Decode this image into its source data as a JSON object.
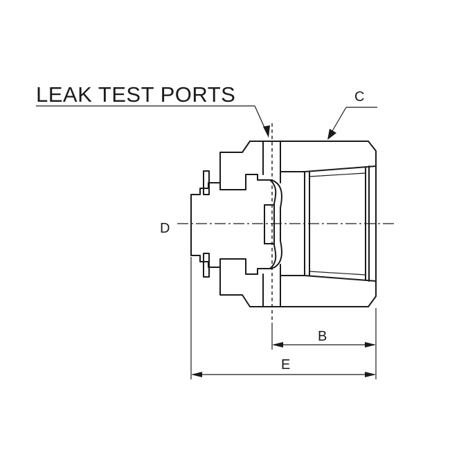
{
  "labels": {
    "leak_test_ports": "LEAK TEST PORTS",
    "c": "C",
    "d": "D",
    "b": "B",
    "e": "E"
  },
  "colors": {
    "line": "#1a1a1a",
    "background": "#ffffff"
  }
}
